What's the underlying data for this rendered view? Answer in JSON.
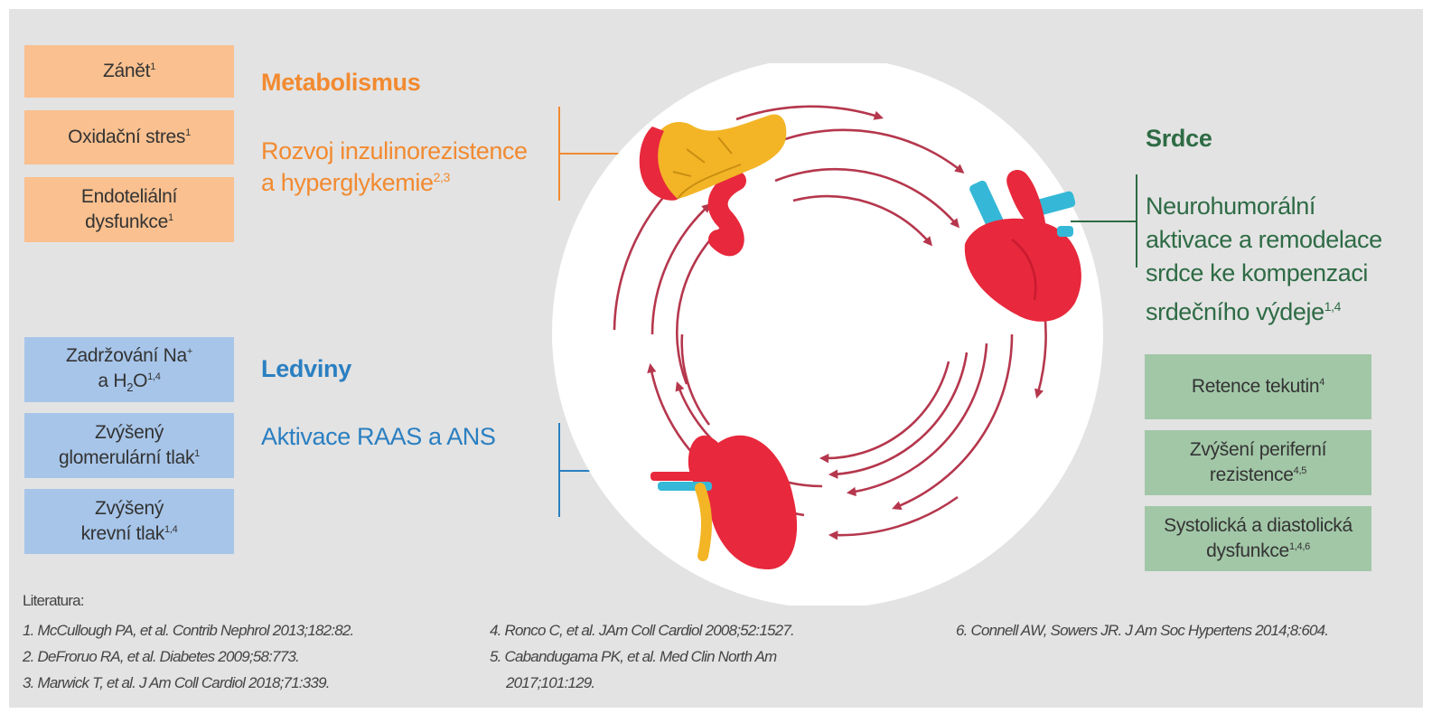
{
  "metabolismus": {
    "heading": "Metabolismus",
    "desc_line1": "Rozvoj inzulinorezistence",
    "desc_line2": "a hyperglykemie",
    "desc_sup": "2,3",
    "boxes": [
      {
        "line1": "Zánět",
        "sup": "1"
      },
      {
        "line1": "Oxidační stres",
        "sup": "1"
      },
      {
        "line1": "Endoteliální",
        "line2": "dysfunkce",
        "sup": "1"
      }
    ]
  },
  "ledviny": {
    "heading": "Ledviny",
    "desc": "Aktivace RAAS a ANS",
    "boxes": [
      {
        "line1": "Zadržování Na",
        "sup1": "+",
        "line2a": "a H",
        "sub": "2",
        "line2b": "O",
        "sup": "1,4"
      },
      {
        "line1": "Zvýšený",
        "line2": "glomerulární tlak",
        "sup": "1"
      },
      {
        "line1": "Zvýšený",
        "line2": "krevní tlak",
        "sup": "1,4"
      }
    ]
  },
  "srdce": {
    "heading": "Srdce",
    "desc_lines": [
      "Neurohumorální",
      "aktivace a remodelace",
      "srdce ke kompenzaci",
      "srdečního výdeje"
    ],
    "desc_sup": "1,4",
    "boxes": [
      {
        "line1": "Retence tekutin",
        "sup": "4"
      },
      {
        "line1": "Zvýšení periferní",
        "line2": "rezistence",
        "sup": "4,5"
      },
      {
        "line1": "Systolická a diastolická",
        "line2": "dysfunkce",
        "sup": "1,4,6"
      }
    ]
  },
  "icons": [
    "pancreas-icon",
    "heart-icon",
    "kidney-icon"
  ],
  "colors": {
    "orange": "#f28a30",
    "orange_box": "#fac08f",
    "blue": "#2a7fc1",
    "blue_box": "#a7c5e9",
    "green": "#2e6b45",
    "green_box": "#a2c7a7",
    "organ_red": "#e8283c",
    "arrow_red": "#b5374d"
  },
  "references": {
    "title": "Literatura:",
    "col1": [
      "1. McCullough PA, et al. Contrib Nephrol 2013;182:82.",
      "2. DeFroruo RA, et al. Diabetes 2009;58:773.",
      "3. Marwick T, et al. J Am Coll Cardiol 2018;71:339."
    ],
    "col2": [
      "4. Ronco C, et al. JAm Coll Cardiol 2008;52:1527.",
      "5. Cabandugama PK, et al. Med Clin North Am",
      "2017;101:129."
    ],
    "col3": [
      "6. Connell AW, Sowers JR. J Am Soc Hypertens 2014;8:604."
    ]
  }
}
